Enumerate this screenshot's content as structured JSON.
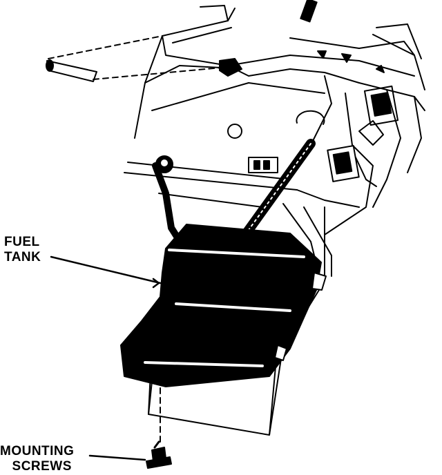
{
  "labels": {
    "fuel_tank": {
      "line1": "FUEL",
      "line2": "TANK"
    },
    "mounting_screws": {
      "line1": "MOUNTING",
      "line2": "SCREWS"
    }
  },
  "colors": {
    "ink": "#000000",
    "paper": "#ffffff"
  }
}
